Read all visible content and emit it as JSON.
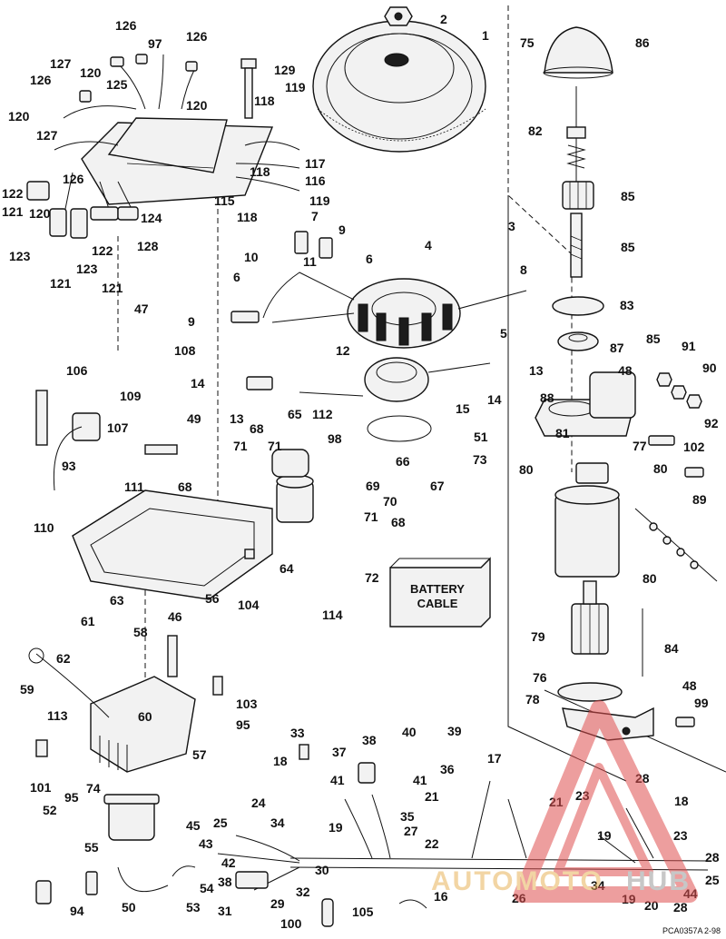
{
  "diagram": {
    "battery_cable_label_line1": "BATTERY",
    "battery_cable_label_line2": "CABLE",
    "figure_code": "PCA0357A",
    "figure_date": "2-98",
    "watermark": {
      "text_a": "AUTOMOTO",
      "text_b": "HUB",
      "color_a": "#e8b45a",
      "color_b": "#9a9a9a",
      "triangle_color": "#e05050"
    }
  },
  "callouts": [
    "1",
    "2",
    "3",
    "4",
    "5",
    "6",
    "6",
    "7",
    "8",
    "9",
    "9",
    "10",
    "11",
    "12",
    "13",
    "13",
    "14",
    "14",
    "15",
    "16",
    "17",
    "18",
    "18",
    "19",
    "19",
    "19",
    "20",
    "21",
    "21",
    "22",
    "23",
    "23",
    "24",
    "25",
    "25",
    "26",
    "27",
    "28",
    "28",
    "28",
    "29",
    "30",
    "31",
    "32",
    "33",
    "34",
    "34",
    "35",
    "36",
    "37",
    "38",
    "38",
    "39",
    "40",
    "41",
    "41",
    "42",
    "43",
    "44",
    "45",
    "46",
    "47",
    "48",
    "48",
    "49",
    "50",
    "51",
    "52",
    "53",
    "54",
    "55",
    "56",
    "57",
    "58",
    "59",
    "60",
    "61",
    "62",
    "63",
    "64",
    "65",
    "66",
    "67",
    "68",
    "68",
    "68",
    "69",
    "70",
    "71",
    "71",
    "71",
    "72",
    "73",
    "74",
    "75",
    "76",
    "77",
    "78",
    "79",
    "80",
    "80",
    "80",
    "81",
    "82",
    "83",
    "84",
    "85",
    "85",
    "85",
    "86",
    "87",
    "88",
    "89",
    "90",
    "91",
    "92",
    "93",
    "94",
    "95",
    "95",
    "97",
    "98",
    "99",
    "100",
    "101",
    "102",
    "103",
    "104",
    "105",
    "106",
    "107",
    "108",
    "109",
    "110",
    "111",
    "112",
    "113",
    "114",
    "115",
    "116",
    "117",
    "118",
    "118",
    "118",
    "119",
    "119",
    "120",
    "120",
    "120",
    "120",
    "121",
    "121",
    "121",
    "122",
    "122",
    "123",
    "123",
    "124",
    "125",
    "126",
    "126",
    "126",
    "126",
    "127",
    "127",
    "128",
    "129"
  ]
}
